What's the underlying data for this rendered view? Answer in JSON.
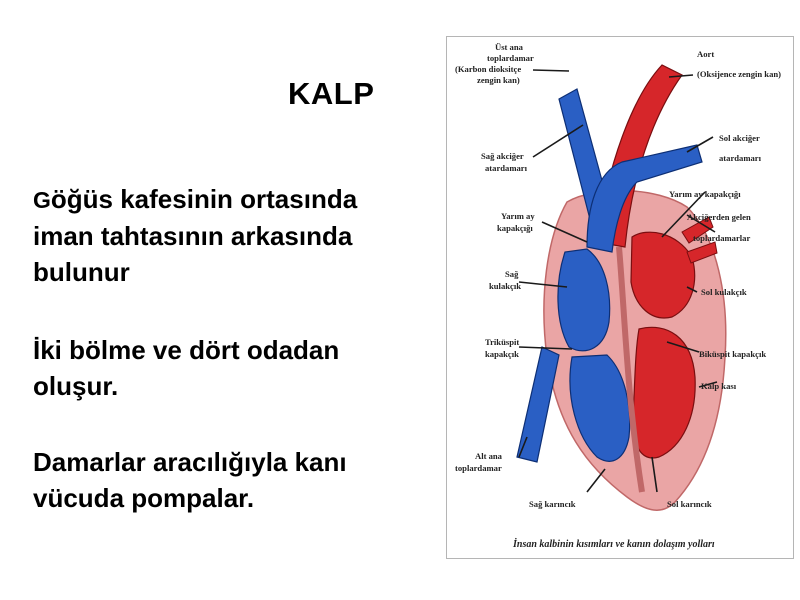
{
  "slide": {
    "title": "KALP",
    "paragraphs": [
      {
        "first": "G",
        "rest": "öğüs kafesinin ortasında",
        "line2": "iman tahtasının arkasında",
        "line3": "bulunur"
      },
      {
        "line1": "İki bölme ve dört odadan",
        "line2": "oluşur."
      },
      {
        "line1": "Damarlar aracılığıyla kanı",
        "line2": "vücuda pompalar."
      }
    ]
  },
  "diagram": {
    "caption": "İnsan kalbinin kısımları ve kanın dolaşım yolları",
    "labels": {
      "ust_ana_1": "Üst ana",
      "ust_ana_2": "toplardamar",
      "ust_ana_3": "(Karbon dioksitçe",
      "ust_ana_4": "zengin kan)",
      "sag_akciger_1": "Sağ akciğer",
      "sag_akciger_2": "atardamarı",
      "yarim_ay_l1": "Yarım ay",
      "yarim_ay_l2": "kapakçığı",
      "sag_kulakcik_1": "Sağ",
      "sag_kulakcik_2": "kulakçık",
      "trikuspit_1": "Triküspit",
      "trikuspit_2": "kapakçık",
      "alt_ana_1": "Alt ana",
      "alt_ana_2": "toplardamar",
      "sag_karincik": "Sağ karıncık",
      "aort_1": "Aort",
      "aort_2": "(Oksijence zengin kan)",
      "sol_akciger_1": "Sol akciğer",
      "sol_akciger_2": "atardamarı",
      "yarim_ay_r": "Yarım ay kapakçığı",
      "akcigerden_1": "Akciğerden gelen",
      "akcigerden_2": "toplardamarlar",
      "sol_kulakcik": "Sol kulakçık",
      "bikuspit": "Biküspit kapakçık",
      "kalp_kasi": "Kalp kası",
      "sol_karincik": "Sol karıncık"
    },
    "colors": {
      "oxygen_poor": "#2a5fc4",
      "oxygen_rich": "#d6262a",
      "muscle": "#eaa5a5"
    }
  }
}
